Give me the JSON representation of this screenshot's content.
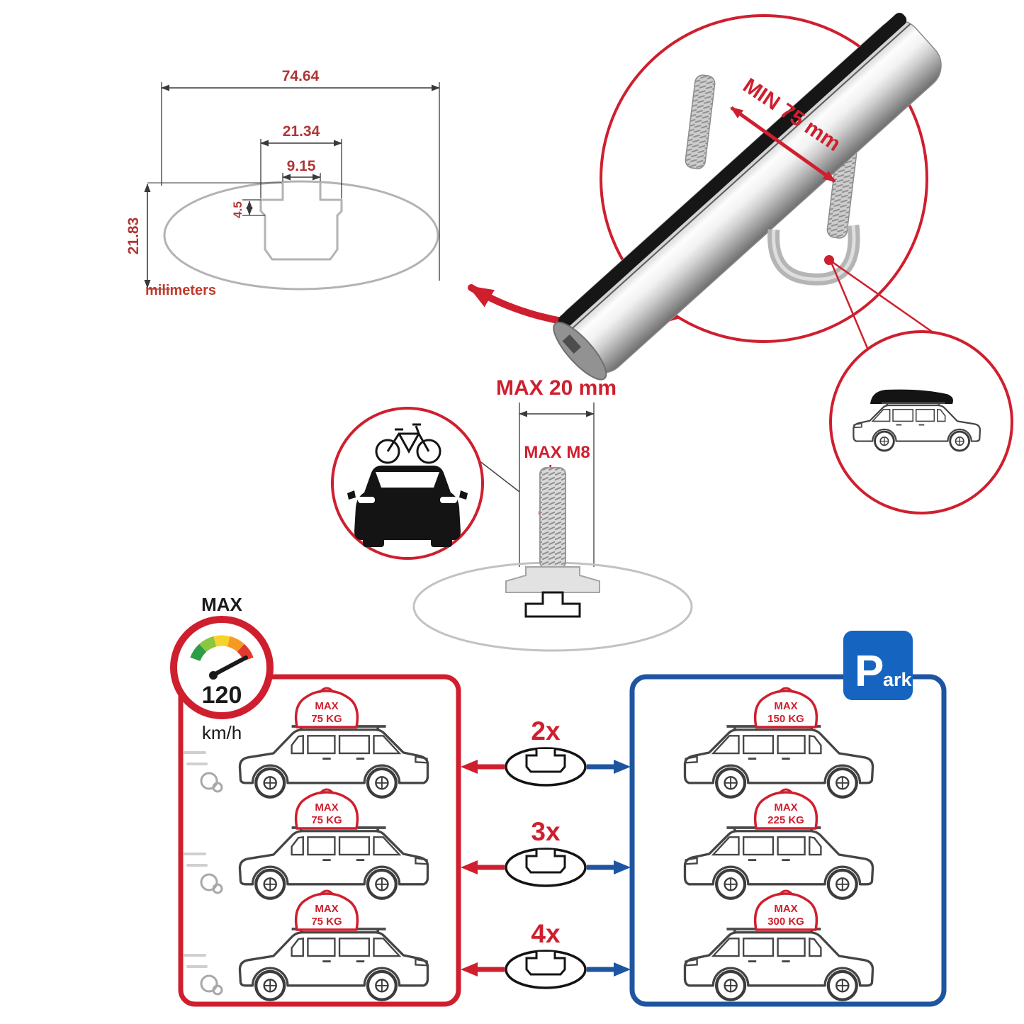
{
  "cross_section": {
    "total_width": "74.64",
    "slot_width": "21.34",
    "opening_width": "9.15",
    "lip_depth": "4.5",
    "height": "21.83",
    "units_label": "milimeters"
  },
  "clamp_detail": {
    "min_clearance_label": "MIN 75 mm"
  },
  "bolt_detail": {
    "max_length_label": "MAX 20 mm",
    "max_thread_label": "MAX M8"
  },
  "speed_limit": {
    "title": "MAX",
    "value": "120",
    "units": "km/h"
  },
  "capacity_chart": {
    "bar_counts": [
      "2x",
      "3x",
      "4x"
    ],
    "driving_loads": [
      {
        "line1": "MAX",
        "line2": "75 KG"
      },
      {
        "line1": "MAX",
        "line2": "75 KG"
      },
      {
        "line1": "MAX",
        "line2": "75 KG"
      }
    ],
    "parked_loads": [
      {
        "line1": "MAX",
        "line2": "150 KG"
      },
      {
        "line1": "MAX",
        "line2": "225 KG"
      },
      {
        "line1": "MAX",
        "line2": "300 KG"
      }
    ],
    "park_sign": {
      "letter": "P",
      "suffix": "ark"
    }
  },
  "colors": {
    "accent_red": "#cf1f2e",
    "accent_blue": "#1d55a0",
    "profile_gray": "#bdbdbd"
  }
}
